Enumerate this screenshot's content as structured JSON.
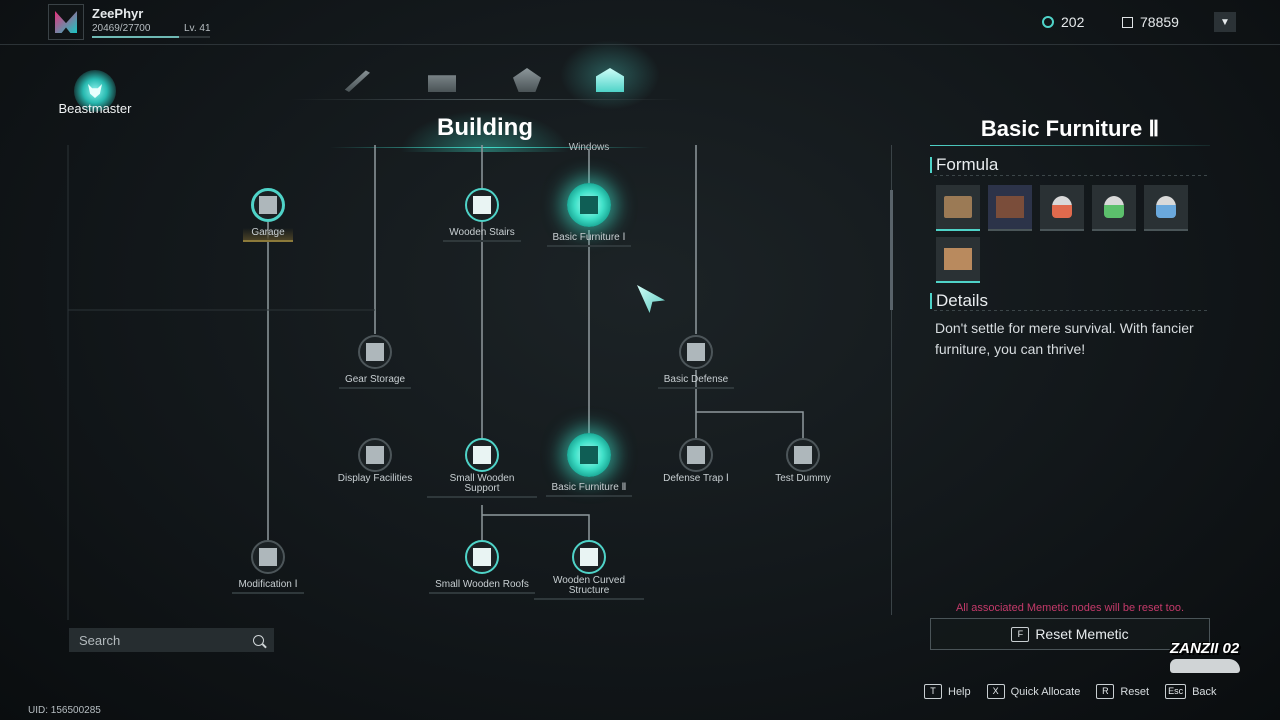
{
  "player": {
    "name": "ZeePhyr",
    "xp": "20469/27700",
    "xp_fraction": 0.739,
    "level": "Lv. 41"
  },
  "currencies": [
    {
      "icon": "energy-icon",
      "value": "202"
    },
    {
      "icon": "memetic-points-icon",
      "value": "78859"
    }
  ],
  "class": {
    "name": "Beastmaster",
    "icon": "wolf-icon"
  },
  "tabs": [
    {
      "icon": "weapon-tab-icon",
      "active": false
    },
    {
      "icon": "workbench-tab-icon",
      "active": false
    },
    {
      "icon": "gathering-tab-icon",
      "active": false
    },
    {
      "icon": "building-tab-icon",
      "active": true
    }
  ],
  "category": {
    "title": "Building",
    "branch_label": "Windows"
  },
  "nodes": {
    "garage": {
      "label": "Garage",
      "icon": "garage-icon"
    },
    "wooden_stairs": {
      "label": "Wooden Stairs",
      "icon": "stairs-icon"
    },
    "basic_furniture_1": {
      "label": "Basic Furniture Ⅰ",
      "icon": "furniture-icon"
    },
    "gear_storage": {
      "label": "Gear Storage",
      "icon": "storage-icon"
    },
    "basic_defense": {
      "label": "Basic Defense",
      "icon": "tower-icon"
    },
    "display_facilities": {
      "label": "Display Facilities",
      "icon": "display-icon"
    },
    "small_wooden_support": {
      "label": "Small Wooden Support",
      "icon": "support-icon"
    },
    "basic_furniture_2": {
      "label": "Basic Furniture Ⅱ",
      "icon": "furniture-icon"
    },
    "defense_trap_1": {
      "label": "Defense Trap Ⅰ",
      "icon": "trap-icon"
    },
    "test_dummy": {
      "label": "Test Dummy",
      "icon": "dummy-icon"
    },
    "modification_1": {
      "label": "Modification Ⅰ",
      "icon": "wrench-icon"
    },
    "small_wooden_roofs": {
      "label": "Small Wooden Roofs",
      "icon": "roof-icon"
    },
    "wooden_curved_structure": {
      "label": "Wooden Curved Structure",
      "icon": "curved-structure-icon"
    }
  },
  "search": {
    "placeholder": "Search"
  },
  "uid": "UID: 156500285",
  "detail": {
    "title": "Basic Furniture Ⅱ",
    "formula_heading": "Formula",
    "materials": [
      "wood-plank-icon",
      "furniture-set-icon",
      "red-fabric-icon",
      "green-fabric-icon",
      "blue-fabric-icon",
      "wood-board-icon"
    ],
    "details_heading": "Details",
    "description": "Don't settle for mere survival. With fancier furniture, you can thrive!",
    "warning": "All associated Memetic nodes will be reset too.",
    "reset_key": "F",
    "reset_label": "Reset Memetic"
  },
  "hints": [
    {
      "key": "T",
      "label": "Help"
    },
    {
      "key": "X",
      "label": "Quick Allocate"
    },
    {
      "key": "R",
      "label": "Reset"
    },
    {
      "key": "Esc",
      "label": "Back"
    }
  ],
  "watermark": {
    "text": "ZANZII 02"
  },
  "colors": {
    "accent": "#4fd3c8",
    "warning": "#c43a6a",
    "background": "#12171a"
  }
}
